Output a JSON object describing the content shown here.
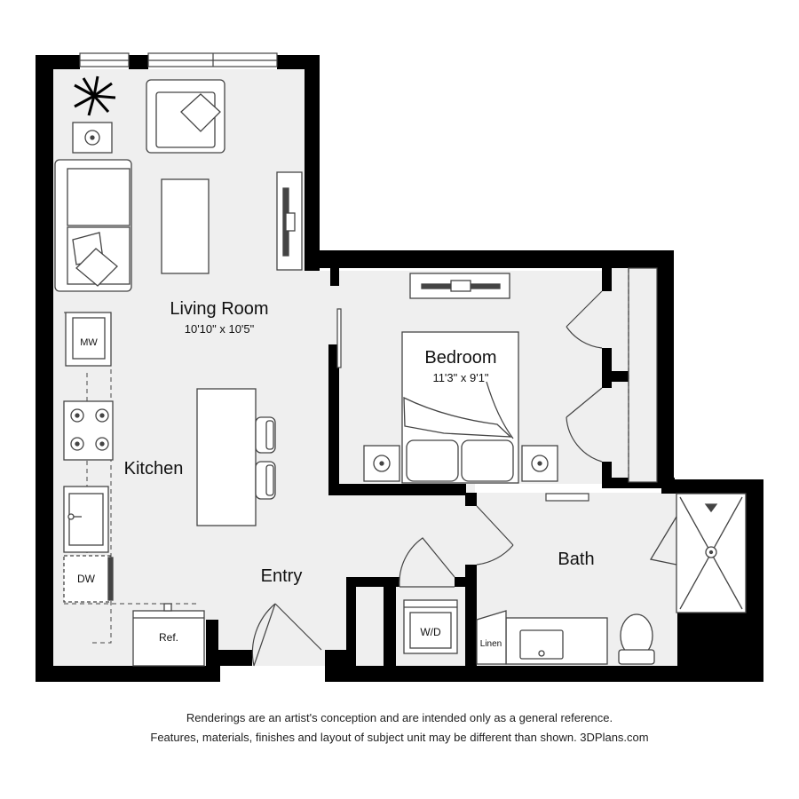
{
  "rooms": {
    "living": {
      "name": "Living Room",
      "dims": "10'10\" x 10'5\""
    },
    "bedroom": {
      "name": "Bedroom",
      "dims": "11'3\" x 9'1\""
    },
    "kitchen": {
      "name": "Kitchen"
    },
    "entry": {
      "name": "Entry"
    },
    "bath": {
      "name": "Bath"
    }
  },
  "fixtures": {
    "microwave": "MW",
    "dishwasher": "DW",
    "refrigerator": "Ref.",
    "washer_dryer": "W/D",
    "linen": "Linen"
  },
  "disclaimer": {
    "line1": "Renderings are an artist's conception and are intended only as a general reference.",
    "line2": "Features, materials, finishes and layout of subject unit may be different than shown. 3DPlans.com"
  },
  "colors": {
    "wall": "#000000",
    "floor": "#efefef",
    "furniture_stroke": "#444444",
    "furniture_fill": "#ffffff"
  }
}
